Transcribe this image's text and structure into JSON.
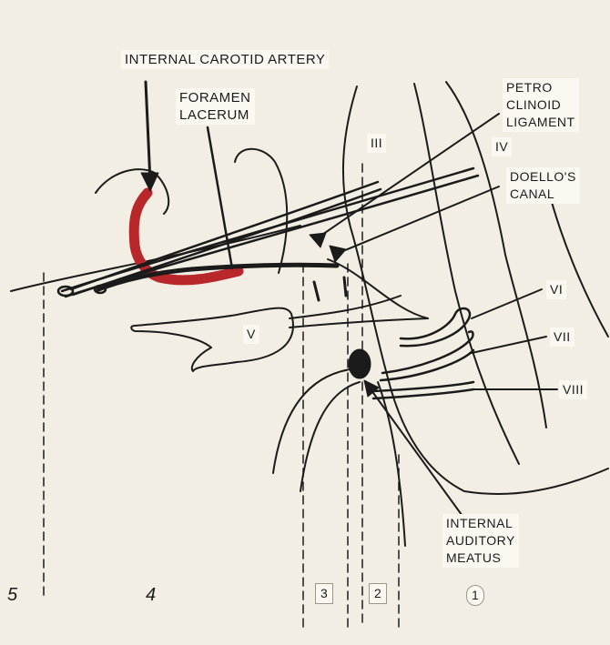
{
  "labels": {
    "internal_carotid_artery": "INTERNAL CAROTID ARTERY",
    "foramen_lacerum": "FORAMEN\nLACERUM",
    "petroclinoid_ligament": "PETRO\nCLINOID\nLIGAMENT",
    "doellos_canal": "DOELLO'S\nCANAL",
    "internal_auditory_meatus": "INTERNAL\nAUDITORY\nMEATUS",
    "nerve_iii": "III",
    "nerve_iv": "IV",
    "nerve_v": "V",
    "nerve_vi": "VI",
    "nerve_vii": "VII",
    "nerve_viii": "VIII",
    "section_1": "1",
    "section_2": "2",
    "section_3": "3",
    "section_4": "4",
    "section_5": "5"
  },
  "colors": {
    "artery": "#b8282a",
    "ink": "#1b1b1b",
    "paper": "#f3eee3"
  }
}
